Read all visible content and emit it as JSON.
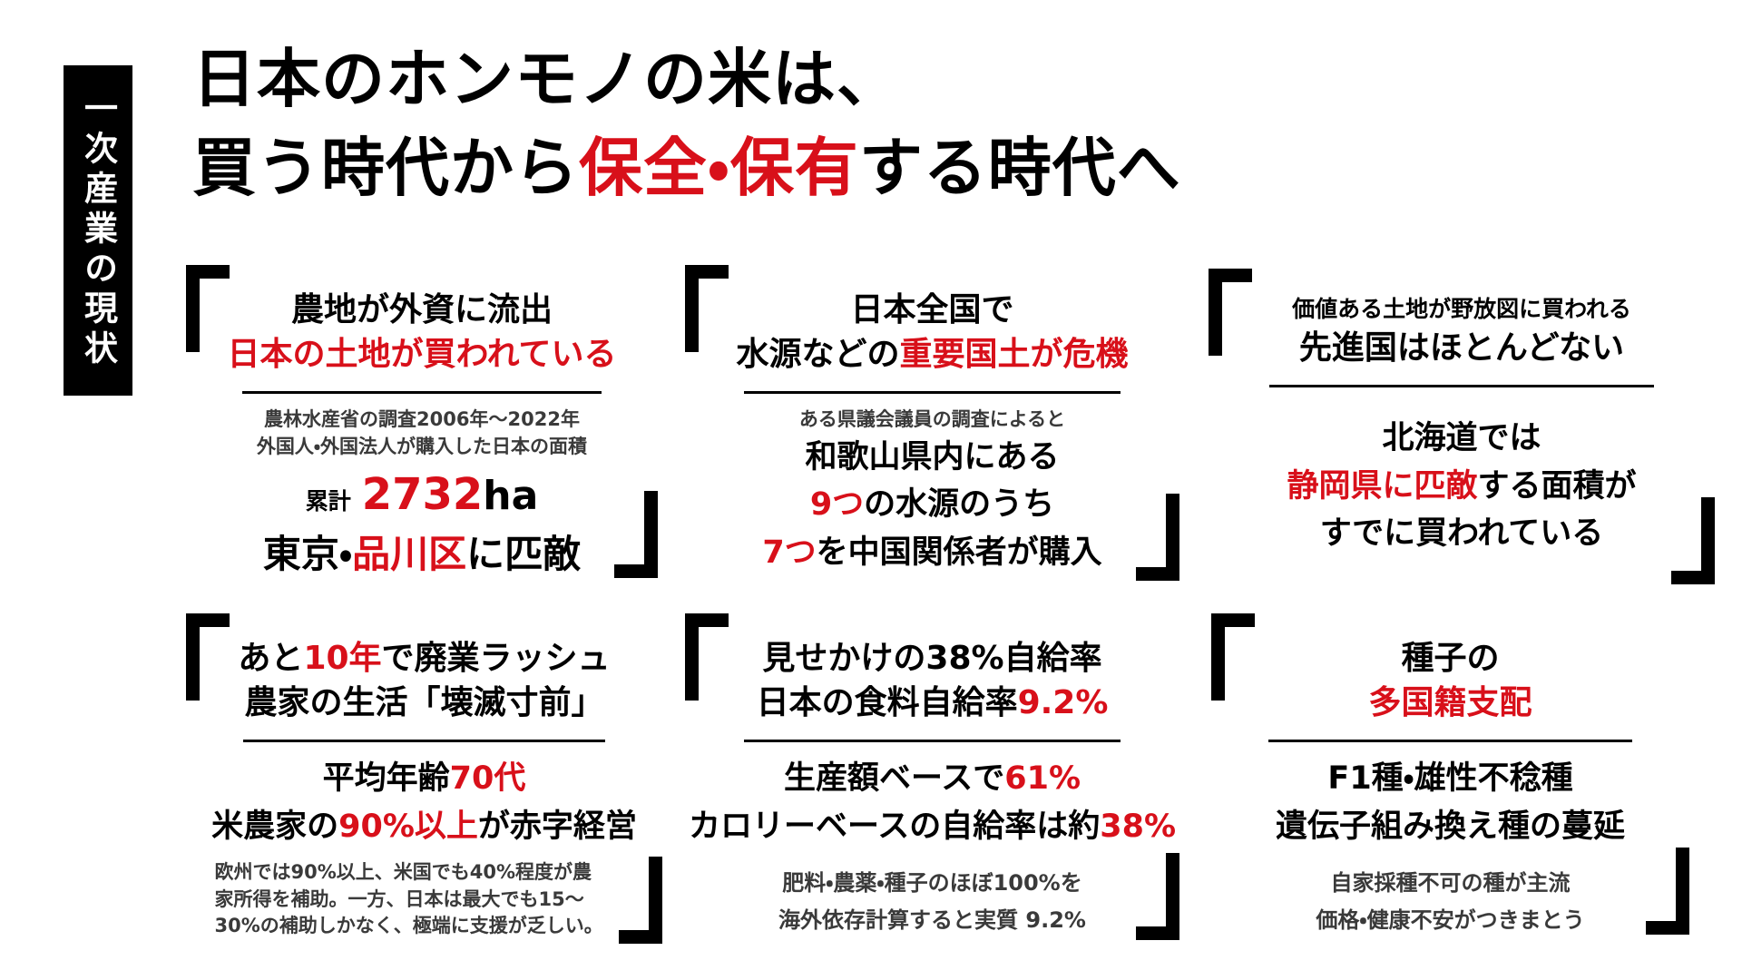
{
  "colors": {
    "accent_red": "#d8101a",
    "text_black": "#000000",
    "text_gray": "#3a3a3a",
    "tab_bg": "#000000"
  },
  "side_tab": {
    "label": "一次産業の現状"
  },
  "title": {
    "line1": "日本のホンモノの米は、",
    "line2_pre": "買う時代から",
    "line2_red": "保全・保有",
    "line2_post": "する時代へ"
  },
  "block1": {
    "heading1": "農地が外資に流出",
    "heading2": "日本の土地が買われている",
    "note1": "農林水産省の調査2006年〜2022年",
    "note2": "外国人・外国法人が購入した日本の面積",
    "stat_label": "累計",
    "stat_value": "2732",
    "stat_unit": "ha",
    "compare_pre": "東京・",
    "compare_red": "品川区",
    "compare_post": "に匹敵"
  },
  "block2": {
    "heading1": "日本全国で",
    "heading2_pre": "水源などの",
    "heading2_red": "重要国土が危機",
    "note": "ある県議会議員の調査によると",
    "body1": "和歌山県内にある",
    "body2_red": "9つ",
    "body2_post": "の水源のうち",
    "body3_red": "7つ",
    "body3_post": "を中国関係者が購入"
  },
  "block3": {
    "heading1": "価値ある土地が野放図に買われる",
    "heading2": "先進国はほとんどない",
    "body1": "北海道では",
    "body2_red": "静岡県に匹敵",
    "body2_post": "する面積が",
    "body3": "すでに買われている"
  },
  "block4": {
    "heading1_pre": "あと",
    "heading1_red": "10年",
    "heading1_post": "で廃業ラッシュ",
    "heading2": "農家の生活「壊滅寸前」",
    "body1_pre": "平均年齢",
    "body1_red": "70代",
    "body2_pre": "米農家の",
    "body2_red": "90%以上",
    "body2_post": "が赤字経営",
    "note_lines": [
      "欧州では90%以上、米国でも40%程度が農",
      "家所得を補助。一方、日本は最大でも15〜",
      "30%の補助しかなく、極端に支援が乏しい。"
    ]
  },
  "block5": {
    "heading1": "見せかけの38%自給率",
    "heading2_pre": "日本の食料自給率",
    "heading2_red": "9.2%",
    "body1_pre": "生産額ベースで",
    "body1_red": "61%",
    "body2_pre": "カロリーベースの自給率は約",
    "body2_red": "38%",
    "note1": "肥料・農薬・種子のほぼ100%を",
    "note2": "海外依存計算すると実質 9.2%"
  },
  "block6": {
    "heading1": "種子の",
    "heading2": "多国籍支配",
    "body1": "F1種・雄性不稔種",
    "body2": "遺伝子組み換え種の蔓延",
    "note1": "自家採種不可の種が主流",
    "note2": "価格・健康不安がつきまとう"
  }
}
